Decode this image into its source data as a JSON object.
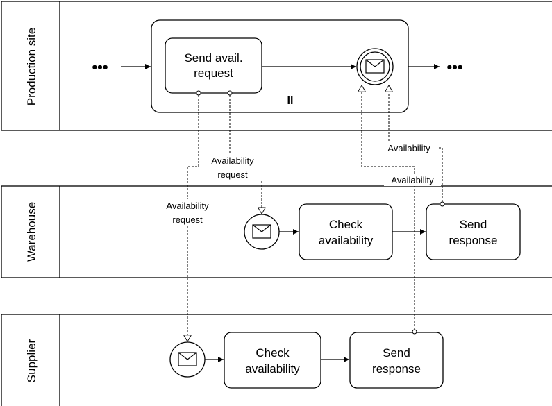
{
  "lanes": {
    "production": "Production site",
    "warehouse": "Warehouse",
    "supplier": "Supplier"
  },
  "tasks": {
    "send_request": [
      "Send avail.",
      "request"
    ],
    "wh_check": [
      "Check",
      "availability"
    ],
    "wh_send": [
      "Send",
      "response"
    ],
    "sup_check": [
      "Check",
      "availability"
    ],
    "sup_send": [
      "Send",
      "response"
    ]
  },
  "messages": {
    "req_to_warehouse": [
      "Availability",
      "request"
    ],
    "req_to_supplier": [
      "Availability",
      "request"
    ],
    "resp_from_warehouse": "Availability",
    "resp_from_supplier": "Availability"
  },
  "continuation": "•••",
  "parallel_marker": "II"
}
